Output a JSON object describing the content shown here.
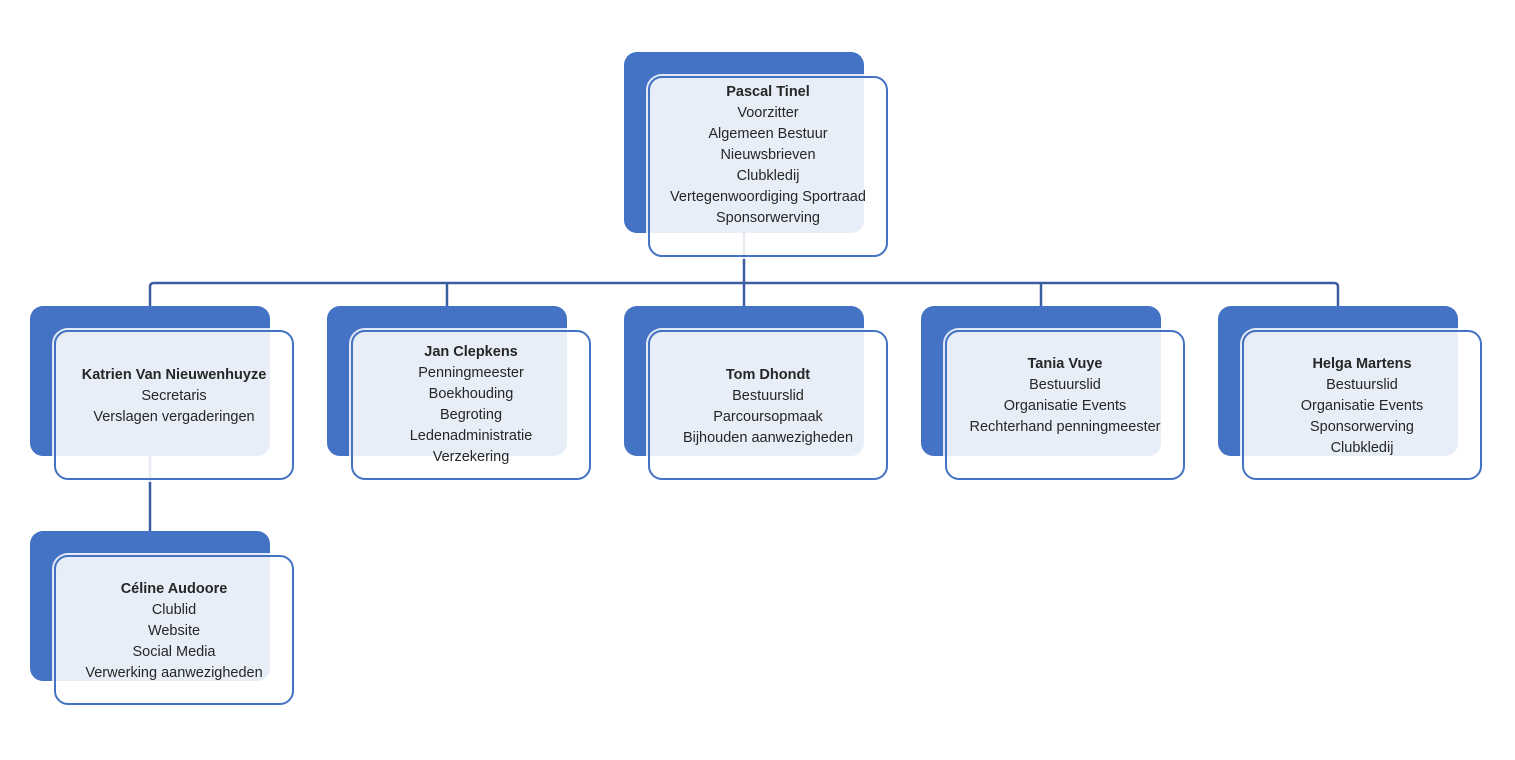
{
  "org_chart": {
    "type": "organizational-chart",
    "nodes": [
      {
        "id": "pascal",
        "name": "Pascal Tinel",
        "roles": [
          "Voorzitter",
          "Algemeen Bestuur",
          "Nieuwsbrieven",
          "Clubkledij",
          "Vertegenwoordiging Sportraad",
          "Sponsorwerving"
        ],
        "parent": null
      },
      {
        "id": "katrien",
        "name": "Katrien Van Nieuwenhuyze",
        "roles": [
          "Secretaris",
          "Verslagen vergaderingen"
        ],
        "parent": "pascal"
      },
      {
        "id": "jan",
        "name": "Jan Clepkens",
        "roles": [
          "Penningmeester",
          "Boekhouding",
          "Begroting",
          "Ledenadministratie",
          "Verzekering"
        ],
        "parent": "pascal"
      },
      {
        "id": "tom",
        "name": "Tom Dhondt",
        "roles": [
          "Bestuurslid",
          "Parcoursopmaak",
          "Bijhouden aanwezigheden"
        ],
        "parent": "pascal"
      },
      {
        "id": "tania",
        "name": "Tania Vuye",
        "roles": [
          "Bestuurslid",
          "Organisatie Events",
          "Rechterhand penningmeester"
        ],
        "parent": "pascal"
      },
      {
        "id": "helga",
        "name": "Helga Martens",
        "roles": [
          "Bestuurslid",
          "Organisatie Events",
          "Sponsorwerving",
          "Clubkledij"
        ],
        "parent": "pascal"
      },
      {
        "id": "celine",
        "name": "Céline Audoore",
        "roles": [
          "Clublid",
          "Website",
          "Social Media",
          "Verwerking aanwezigheden"
        ],
        "parent": "katrien"
      }
    ],
    "colors": {
      "accent": "#4472C4",
      "connector": "#3A5CA0",
      "overlap_fill": "#E8EEF7",
      "text": "#262626",
      "background": "#FFFFFF"
    }
  }
}
